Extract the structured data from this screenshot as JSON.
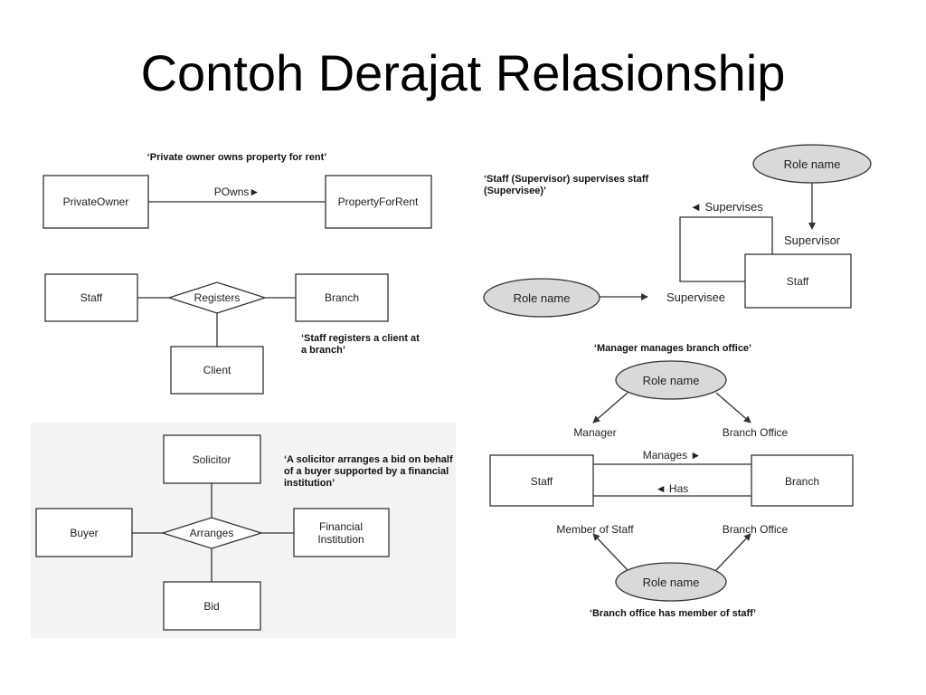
{
  "title": "Contoh Derajat Relasionship",
  "d1": {
    "caption": "‘Private owner owns property for rent’",
    "entity_left": "PrivateOwner",
    "entity_right": "PropertyForRent",
    "relationship": "POwns►"
  },
  "d2": {
    "entity_staff": "Staff",
    "entity_branch": "Branch",
    "entity_client": "Client",
    "relationship": "Registers",
    "caption_line1": "‘Staff registers a client at",
    "caption_line2": "a branch’"
  },
  "d3": {
    "entity_solicitor": "Solicitor",
    "entity_buyer": "Buyer",
    "entity_financial_line1": "Financial",
    "entity_financial_line2": "Institution",
    "entity_bid": "Bid",
    "relationship": "Arranges",
    "caption_line1": "‘A solicitor arranges a bid on behalf",
    "caption_line2": "of a buyer supported by a financial",
    "caption_line3": "institution’"
  },
  "d4": {
    "caption_line1": "‘Staff (Supervisor) supervises staff",
    "caption_line2": "(Supervisee)’",
    "role_top": "Role name",
    "role_left": "Role name",
    "relationship": "◄ Supervises",
    "supervisor": "Supervisor",
    "supervisee": "Supervisee",
    "entity": "Staff"
  },
  "d5": {
    "caption_top": "‘Manager manages branch office’",
    "role_top": "Role name",
    "manager": "Manager",
    "branch_office_top": "Branch Office",
    "manages": "Manages ►",
    "has": "◄ Has",
    "entity_staff": "Staff",
    "entity_branch": "Branch",
    "member_of_staff": "Member of Staff",
    "branch_office_bottom": "Branch Office",
    "role_bottom": "Role name",
    "caption_bottom": "‘Branch office has member of staff’"
  }
}
